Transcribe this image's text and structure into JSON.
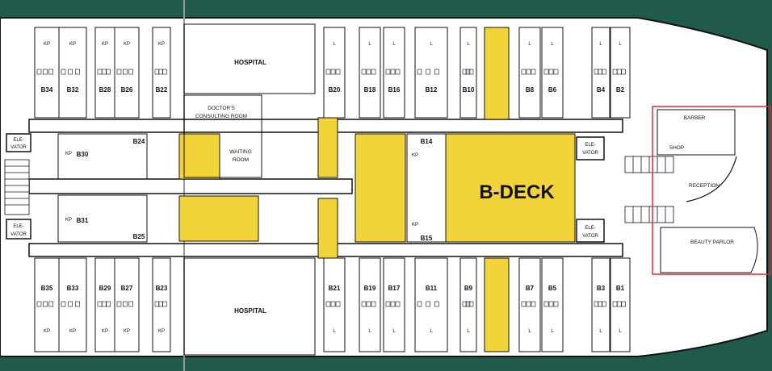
{
  "deck_title": "B-DECK",
  "colors": {
    "sea": "#1f5a4a",
    "hull": "#ffffff",
    "highlight": "#f2d33a",
    "accent_border": "#d62f2f",
    "line": "#111111"
  },
  "rooms": {
    "hospital_top": "HOSPITAL",
    "hospital_bottom": "HOSPITAL",
    "doctors_line1": "DOCTOR'S",
    "doctors_line2": "CONSULTING ROOM",
    "waiting_line1": "WAITING",
    "waiting_line2": "ROOM",
    "barber_line1": "BARBER",
    "barber_line2": "SHOP",
    "reception": "RECEPTION",
    "beauty_parlor": "BEAUTY PARLOR"
  },
  "elevators": {
    "left_top_1": "ELE-",
    "left_top_2": "VATOR",
    "left_bottom_1": "ELE-",
    "left_bottom_2": "VATOR",
    "mid_top_1": "ELE-",
    "mid_top_2": "VATOR",
    "mid_bottom_1": "ELE-",
    "mid_bottom_2": "VATOR"
  },
  "cabins_top": [
    "B34",
    "B32",
    "B28",
    "B26",
    "B22",
    "B20",
    "B18",
    "B16",
    "B12",
    "B10",
    "B8",
    "B6",
    "B4",
    "B2"
  ],
  "cabins_bottom": [
    "B35",
    "B33",
    "B29",
    "B27",
    "B23",
    "B21",
    "B19",
    "B17",
    "B11",
    "B9",
    "B7",
    "B5",
    "B3",
    "B1"
  ],
  "cabins_inner": [
    "B30",
    "B24",
    "B31",
    "B25",
    "B14",
    "B15"
  ],
  "markers": {
    "kp": "KP",
    "l": "L"
  }
}
